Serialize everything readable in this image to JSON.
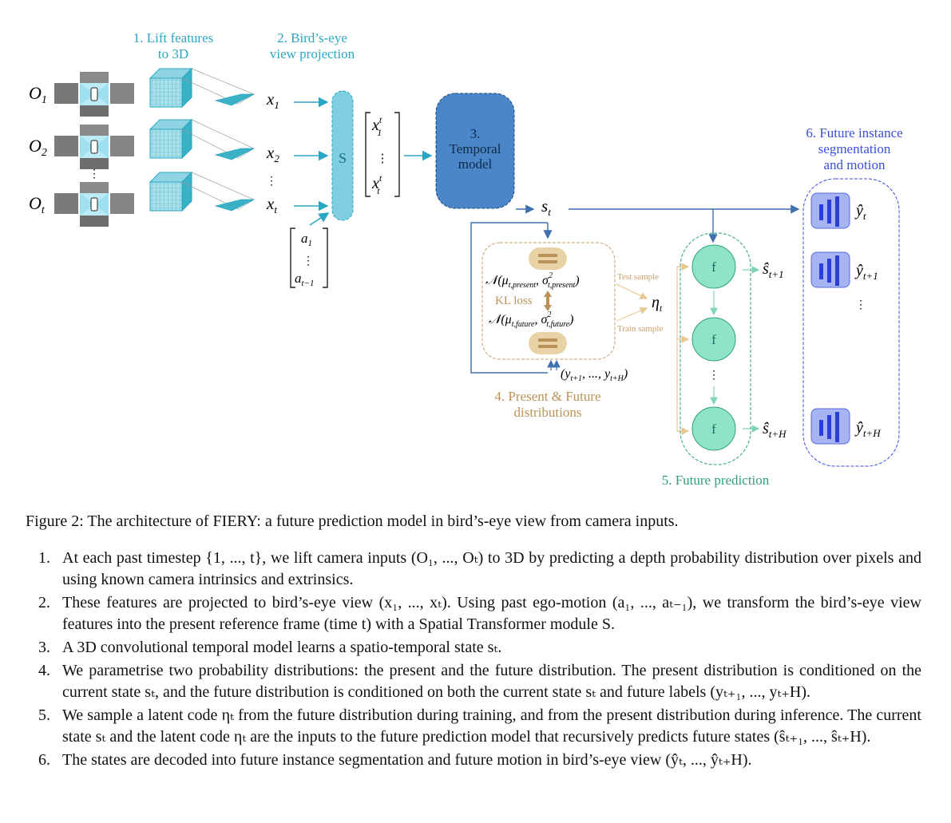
{
  "diagram": {
    "stage1": "1. Lift features",
    "stage1b": "to 3D",
    "stage2": "2. Bird’s-eye",
    "stage2b": "view projection",
    "stage3a": "3.",
    "stage3b": "Temporal",
    "stage3c": "model",
    "stage4a": "4. Present & Future",
    "stage4b": "distributions",
    "stage5": "5. Future prediction",
    "stage6a": "6. Future instance",
    "stage6b": "segmentation",
    "stage6c": "and motion",
    "obs": [
      "O",
      "O",
      "O"
    ],
    "obs_sub": [
      "1",
      "2",
      "t"
    ],
    "feat": [
      "x",
      "x",
      "x"
    ],
    "feat_sub": [
      "1",
      "2",
      "t"
    ],
    "spatial": "S",
    "state": "s",
    "state_sub": "t",
    "present_dist": "𝒩(μ",
    "present_dist_sub": "t,present",
    "present_sigma": ", σ",
    "present_sigma_sub": "t,present",
    "present_close": ")",
    "future_dist": "𝒩(μ",
    "future_dist_sub": "t,future",
    "future_sigma": ", σ",
    "future_sigma_sub": "t,future",
    "future_close": ")",
    "sq": "2",
    "kl_loss": "KL loss",
    "test_sample": "Test sample",
    "train_sample": "Train sample",
    "eta": "η",
    "eta_sub": "t",
    "labels": "(y",
    "labels_sub1": "t+1",
    "labels_mid": ", ..., y",
    "labels_sub2": "t+H",
    "labels_close": ")",
    "f_label": "f",
    "s_hat": [
      "ŝ",
      "ŝ"
    ],
    "s_hat_sub": [
      "t+1",
      "t+H"
    ],
    "y_hat": [
      "ŷ",
      "ŷ",
      "ŷ"
    ],
    "y_hat_sub": [
      "t",
      "t+1",
      "t+H"
    ],
    "ego_a": "a",
    "ego_sub1": "1",
    "ego_sub2": "t−1",
    "vec_x": "x",
    "vec_sup": "t",
    "vec_sub1": "1",
    "vec_subt": "t",
    "dots_v": "⋮",
    "dots_three": "⋮"
  },
  "caption": "Figure 2: The architecture of FIERY: a future prediction model in bird’s-eye view from camera inputs.",
  "steps": [
    {
      "num": "1.",
      "text": "At each past timestep {1, ..., t}, we lift camera inputs (O₁, ..., Oₜ) to 3D by predicting a depth probability distribution over pixels and using known camera intrinsics and extrinsics."
    },
    {
      "num": "2.",
      "text": "These features are projected to bird’s-eye view (x₁, ..., xₜ). Using past ego-motion (a₁, ..., aₜ₋₁), we transform the bird’s-eye view features into the present reference frame (time t) with a Spatial Transformer module S."
    },
    {
      "num": "3.",
      "text": "A 3D convolutional temporal model learns a spatio-temporal state sₜ."
    },
    {
      "num": "4.",
      "text": "We parametrise two probability distributions: the present and the future distribution. The present distribution is conditioned on the current state sₜ, and the future distribution is conditioned on both the current state sₜ and future labels (yₜ₊₁, ..., yₜ₊H)."
    },
    {
      "num": "5.",
      "text": "We sample a latent code ηₜ from the future distribution during training, and from the present distribution during inference. The current state sₜ and the latent code ηₜ are the inputs to the future prediction model that recursively predicts future states (ŝₜ₊₁, ..., ŝₜ₊H)."
    },
    {
      "num": "6.",
      "text": "The states are decoded into future instance segmentation and future motion in bird’s-eye view (ŷₜ, ..., ŷₜ₊H)."
    }
  ],
  "colors": {
    "cyan": "#2aa7c4",
    "blue_model": "#4a86c8",
    "brown": "#b9925a",
    "green": "#2fa080",
    "purple": "#3a4fdc"
  }
}
